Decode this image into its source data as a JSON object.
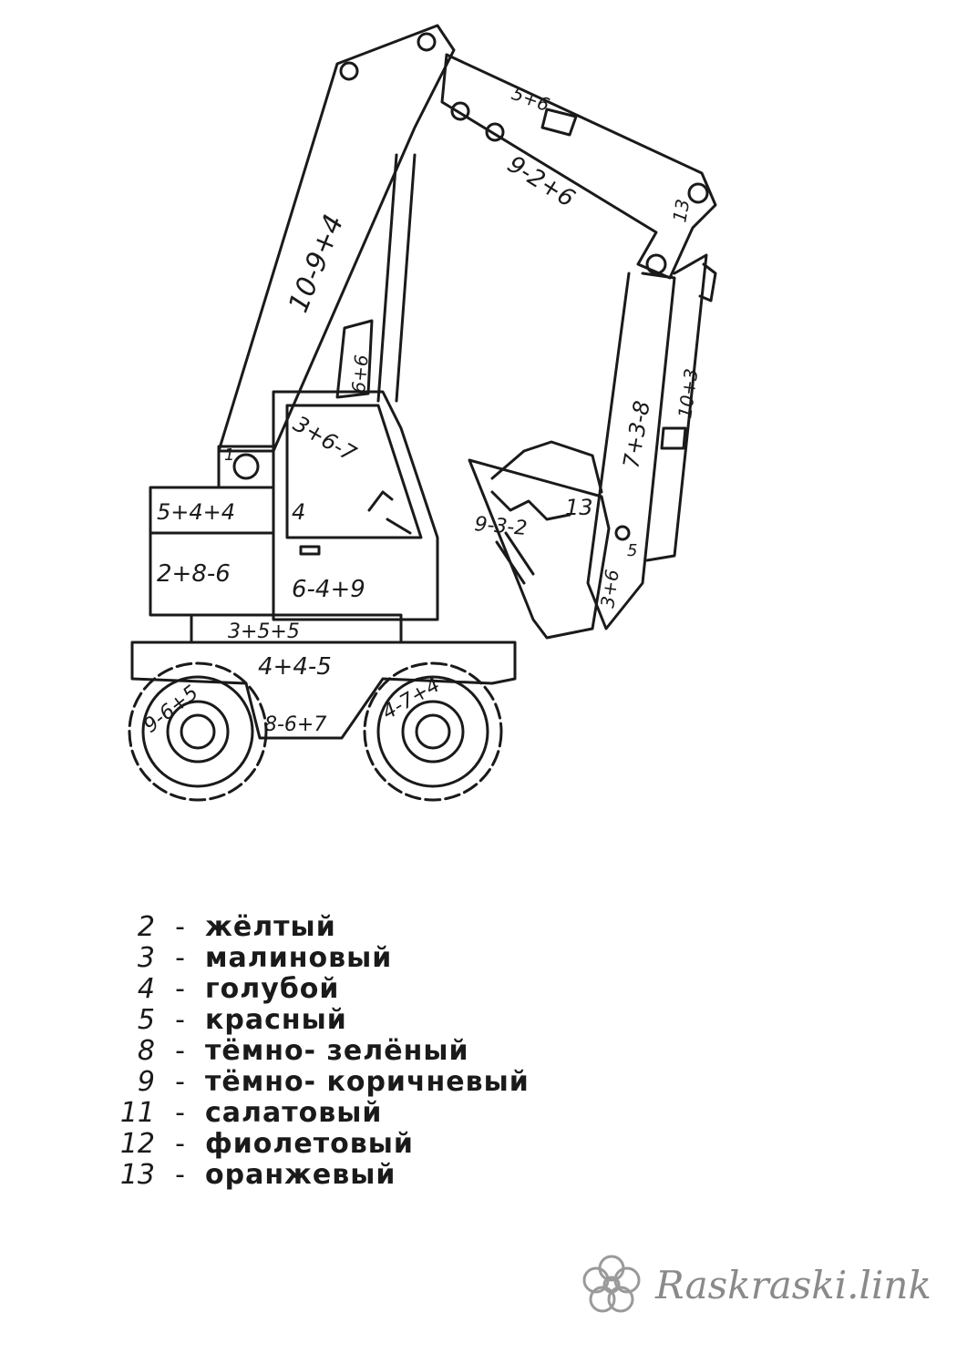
{
  "labels": {
    "boom": "10-9+4",
    "stick": "9-2+6",
    "stick_top": "5+6",
    "stick_pin": "13",
    "boom_cylinder": "6+6",
    "stick_cylinder": "10+3",
    "arm_lower": "7+3-8",
    "cab_window": "3+6-7",
    "cab_lower": "6-4+9",
    "cab_mirror": "4",
    "engine_top": "5+4+4",
    "engine_mid": "2+8-6",
    "boom_pivot": "1",
    "base_strip": "3+5+5",
    "chassis": "4+4-5",
    "chassis_lower": "8-6+7",
    "wheel_left": "9-6+5",
    "wheel_right": "4-7+4",
    "bucket": "9-3-2",
    "bucket_load": "13",
    "bucket_link": "3+6",
    "bucket_pin": "5"
  },
  "legend": [
    {
      "num": "2",
      "name": "жёлтый"
    },
    {
      "num": "3",
      "name": "малиновый"
    },
    {
      "num": "4",
      "name": "голубой"
    },
    {
      "num": "5",
      "name": "красный"
    },
    {
      "num": "8",
      "name": "тёмно- зелёный"
    },
    {
      "num": "9",
      "name": "тёмно- коричневый"
    },
    {
      "num": "11",
      "name": "салатовый"
    },
    {
      "num": "12",
      "name": "фиолетовый"
    },
    {
      "num": "13",
      "name": "оранжевый"
    }
  ],
  "watermark": {
    "text": "Raskraski.link",
    "icon": "flower-icon"
  }
}
